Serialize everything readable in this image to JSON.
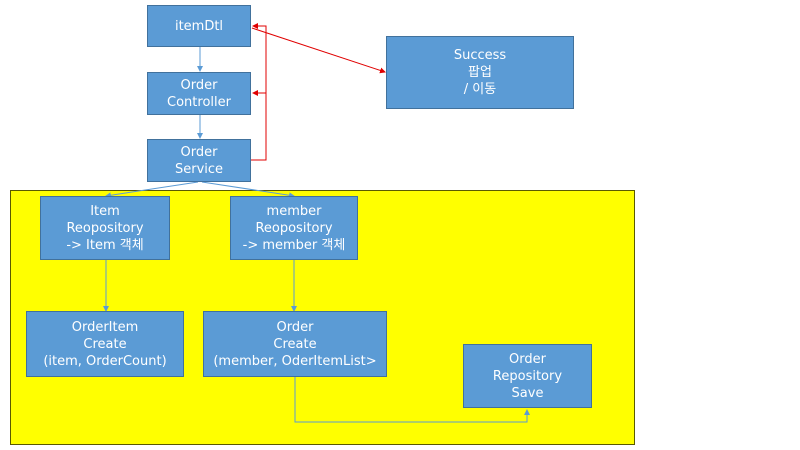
{
  "nodes": {
    "itemDtl": [
      "itemDtl"
    ],
    "order_controller": [
      "Order",
      "Controller"
    ],
    "order_service": [
      "Order",
      "Service"
    ],
    "success": [
      "Success",
      "팝업",
      "/ 이동"
    ],
    "item_repository": [
      "Item",
      "Reopository",
      "-> Item 객체"
    ],
    "member_repository": [
      "member",
      "Reopository",
      "-> member 객체"
    ],
    "orderitem_create": [
      "OrderItem",
      "Create",
      "(item, OrderCount)"
    ],
    "order_create": [
      "Order",
      "Create",
      "(member, OderItemList>"
    ],
    "order_repository_save": [
      "Order",
      "Repository",
      "Save"
    ]
  },
  "colors": {
    "node_fill": "#5b9bd5",
    "node_border": "#41719c",
    "node_text": "#ffffff",
    "region_fill": "#ffff00",
    "flow_arrow": "#5b9bd5",
    "return_arrow": "#e00000"
  }
}
